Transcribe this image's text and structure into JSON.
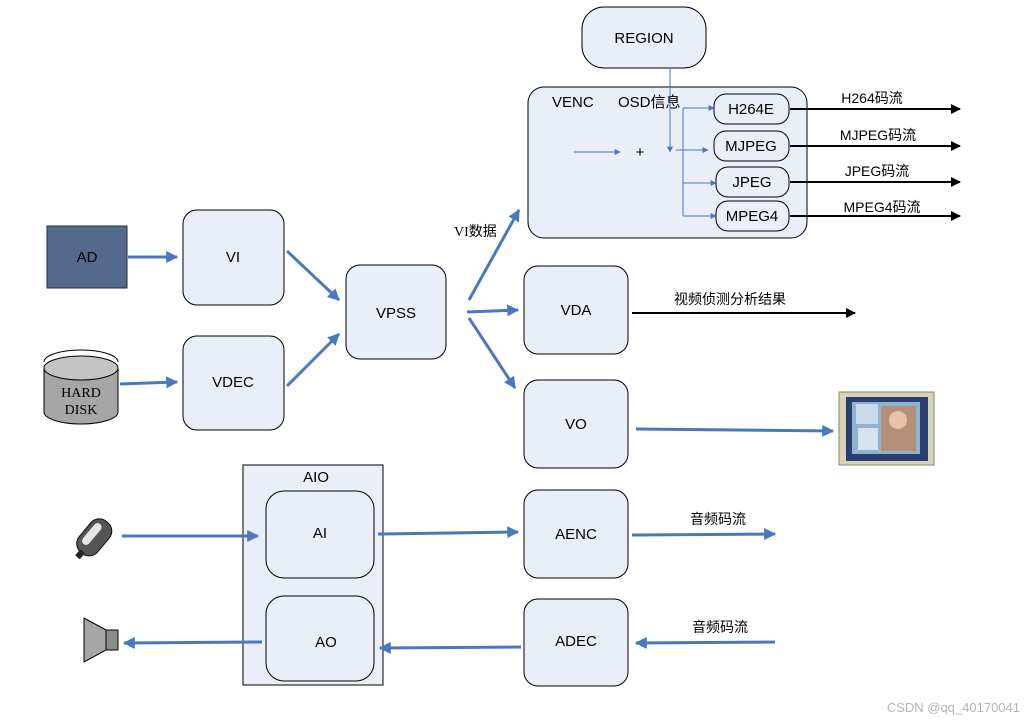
{
  "nodes": {
    "ad": "AD",
    "vi": "VI",
    "vdec": "VDEC",
    "vpss": "VPSS",
    "region": "REGION",
    "venc": "VENC",
    "osd": "OSD信息",
    "plus": "+",
    "h264e": "H264E",
    "mjpeg": "MJPEG",
    "jpeg": "JPEG",
    "mpeg4": "MPEG4",
    "vda": "VDA",
    "vo": "VO",
    "aio": "AIO",
    "ai": "AI",
    "ao": "AO",
    "aenc": "AENC",
    "adec": "ADEC",
    "hard_disk_line1": "HARD",
    "hard_disk_line2": "DISK"
  },
  "edge_labels": {
    "vi_data": "VI数据",
    "h264_stream": "H264码流",
    "mjpeg_stream": "MJPEG码流",
    "jpeg_stream": "JPEG码流",
    "mpeg4_stream": "MPEG4码流",
    "vda_result": "视频侦测分析结果",
    "aenc_stream": "音频码流",
    "adec_stream": "音频码流"
  },
  "watermark": "CSDN @qq_40170041",
  "colors": {
    "box_fill": "#e9eef8",
    "ad_fill": "#546a8c",
    "arrow_blue": "#4a78be",
    "arrow_black": "#000000",
    "disk_fill": "#a6a6a6"
  },
  "icons": {
    "microphone": "microphone-icon",
    "speaker": "speaker-icon",
    "monitor": "monitor-icon",
    "hard_disk": "hard-disk-icon"
  }
}
